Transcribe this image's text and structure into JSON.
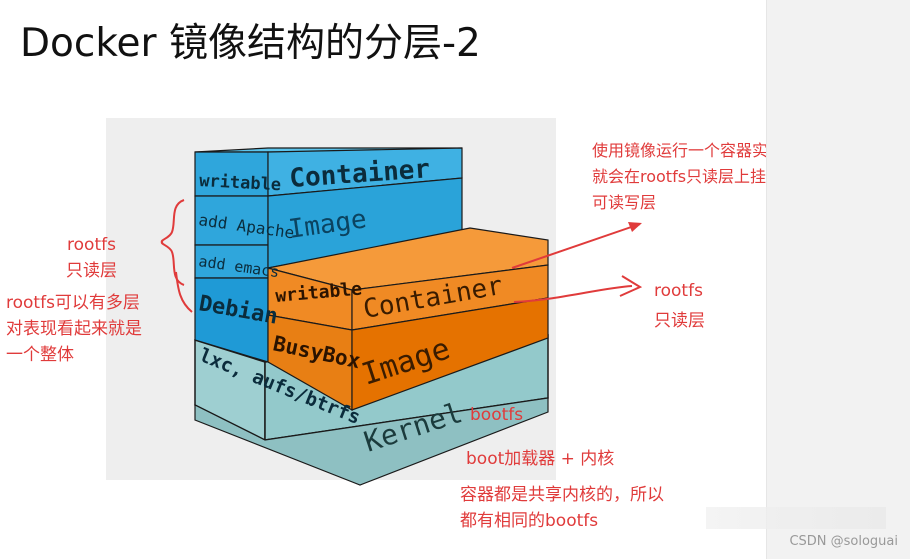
{
  "title": "Docker 镜像结构的分层-2",
  "diagram": {
    "back_stack": {
      "writable_label": "writable",
      "container_label": "Container",
      "image_label": "Image",
      "add_apache_label": "add Apache",
      "add_emacs_label": "add emacs",
      "debian_label": "Debian"
    },
    "front_stack": {
      "writable_label": "writable",
      "container_label": "Container",
      "busybox_label": "BusyBox",
      "image_label": "Image"
    },
    "base": {
      "lxc_label": "lxc, aufs/btrfs",
      "kernel_label": "Kernel"
    },
    "colors": {
      "container_blue": "#3aaee0",
      "image_blue": "#1f8fc6",
      "container_orange": "#f08a24",
      "image_orange": "#e57200",
      "kernel_teal": "#8ec6c8"
    }
  },
  "annotations": {
    "left_rootfs_line1": "rootfs",
    "left_rootfs_line2": "只读层",
    "left_multi_line1": "rootfs可以有多层",
    "left_multi_line2": "对表现看起来就是",
    "left_multi_line3": "一个整体",
    "top_right_line1": "使用镜像运行一个容器实例时，",
    "top_right_line2": "就会在rootfs只读层上挂载一层",
    "top_right_line3": "可读写层",
    "right_rootfs_line1": "rootfs",
    "right_rootfs_line2": "只读层",
    "bootfs": "bootfs",
    "boot_loader": "boot加载器 + 内核",
    "shared_line1": "容器都是共享内核的，所以",
    "shared_line2": "都有相同的bootfs"
  },
  "watermark": "CSDN @sologuai"
}
